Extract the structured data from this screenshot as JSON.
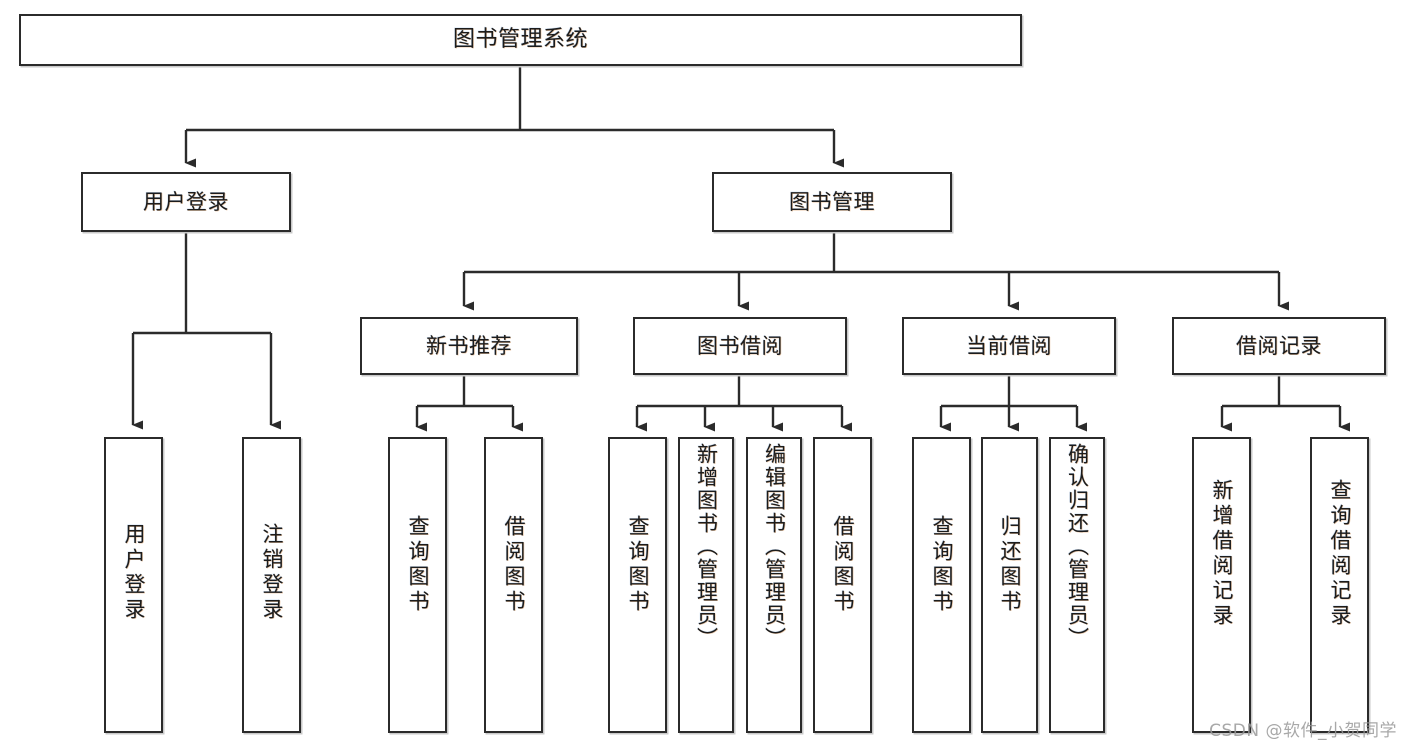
{
  "diagram": {
    "title": "图书管理系统",
    "type": "hierarchy-tree",
    "watermark": "CSDN @软件_小贺同学",
    "colors": {
      "box_border": "#2b2b2b",
      "box_fill": "#ffffff",
      "connector": "#2b2b2b",
      "canvas": "#ffffff",
      "watermark": "#9a9a9a"
    },
    "nodes": {
      "root": {
        "label": "图书管理系统"
      },
      "level2": [
        {
          "label": "用户登录"
        },
        {
          "label": "图书管理"
        }
      ],
      "level3": [
        {
          "label": "新书推荐"
        },
        {
          "label": "图书借阅"
        },
        {
          "label": "当前借阅"
        },
        {
          "label": "借阅记录"
        }
      ],
      "leaves": {
        "user_login": [
          {
            "label": "用户登录"
          },
          {
            "label": "注销登录"
          }
        ],
        "new_book_recommend": [
          {
            "label": "查询图书"
          },
          {
            "label": "借阅图书"
          }
        ],
        "book_borrow": [
          {
            "label": "查询图书"
          },
          {
            "label": "新增图书（管理员）"
          },
          {
            "label": "编辑图书（管理员）"
          },
          {
            "label": "借阅图书"
          }
        ],
        "current_borrow": [
          {
            "label": "查询图书"
          },
          {
            "label": "归还图书"
          },
          {
            "label": "确认归还（管理员）"
          }
        ],
        "borrow_record": [
          {
            "label": "新增借阅记录"
          },
          {
            "label": "查询借阅记录"
          }
        ]
      }
    }
  }
}
